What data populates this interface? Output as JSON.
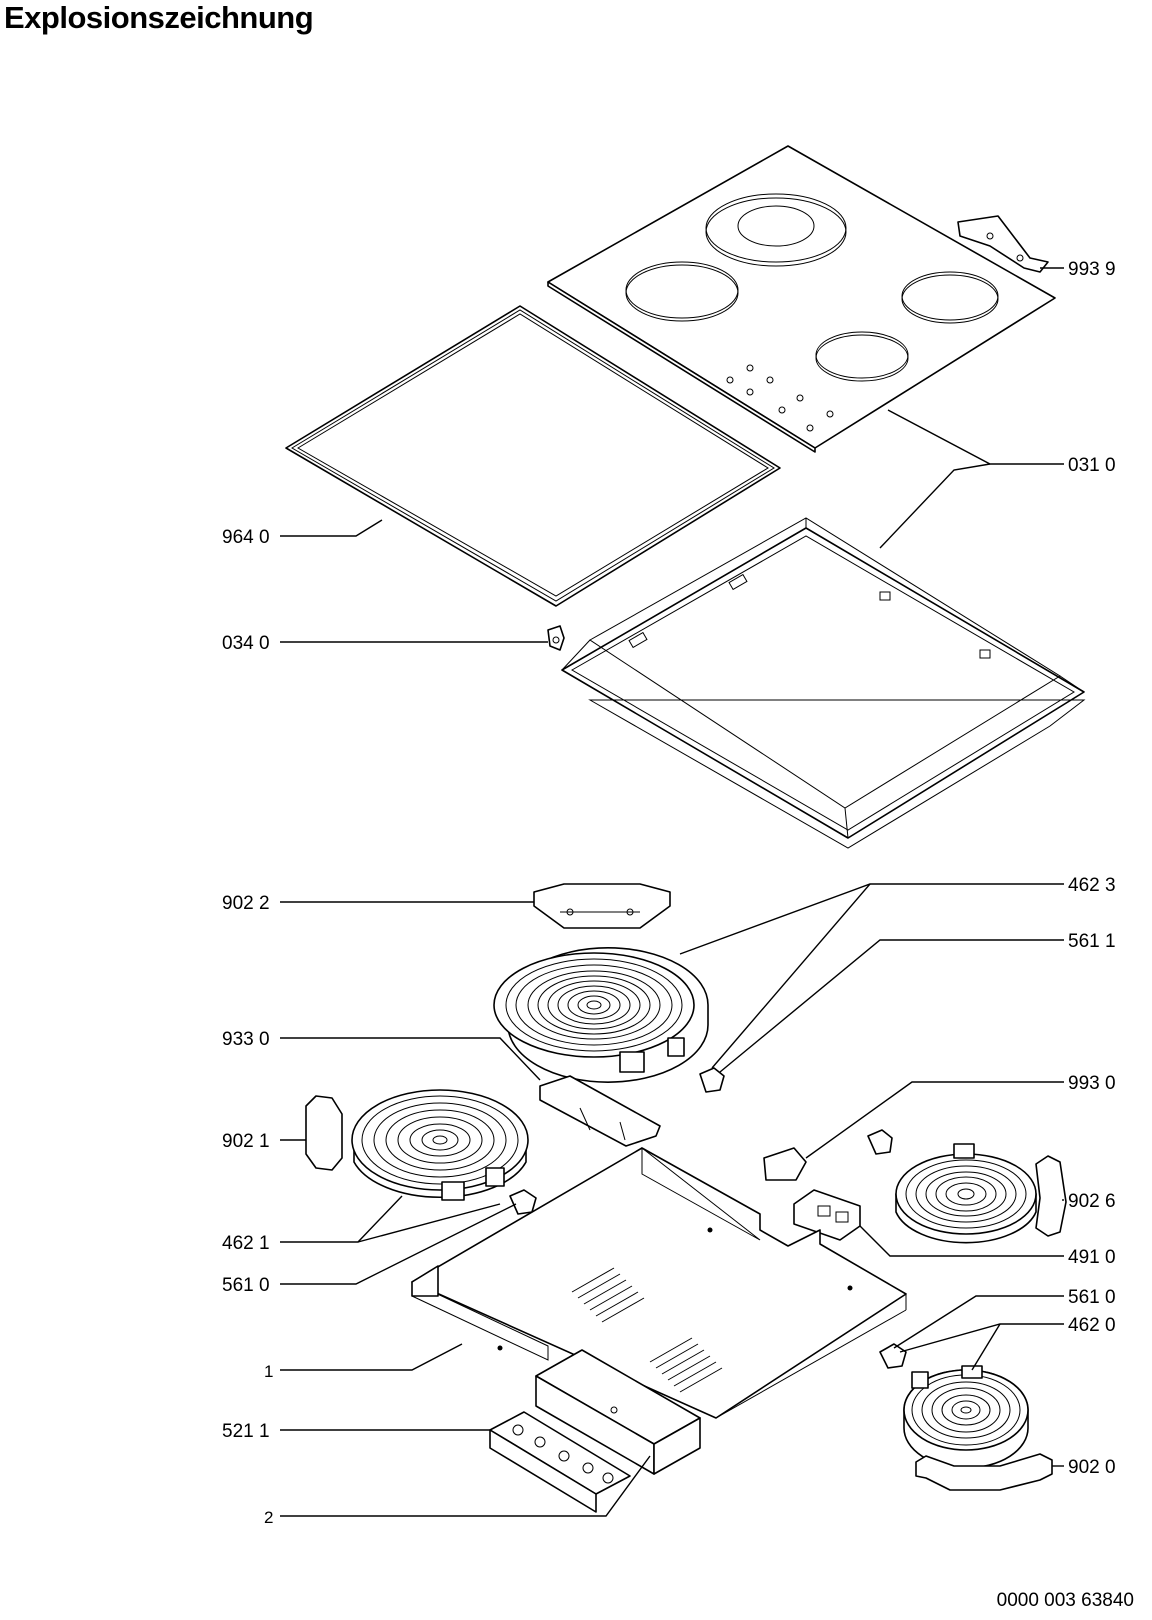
{
  "title": "Explosionszeichnung",
  "document_number": "0000 003 63840",
  "labels": [
    {
      "id": "9939",
      "text": "993 9"
    },
    {
      "id": "0310",
      "text": "031 0"
    },
    {
      "id": "9640",
      "text": "964 0"
    },
    {
      "id": "0340",
      "text": "034 0"
    },
    {
      "id": "9022",
      "text": "902 2"
    },
    {
      "id": "4623",
      "text": "462 3"
    },
    {
      "id": "5611",
      "text": "561 1"
    },
    {
      "id": "9330",
      "text": "933 0"
    },
    {
      "id": "9930",
      "text": "993 0"
    },
    {
      "id": "9021",
      "text": "902 1"
    },
    {
      "id": "9026",
      "text": "902 6"
    },
    {
      "id": "4621",
      "text": "462 1"
    },
    {
      "id": "4910",
      "text": "491 0"
    },
    {
      "id": "5610a",
      "text": "561 0"
    },
    {
      "id": "5610b",
      "text": "561 0"
    },
    {
      "id": "4620",
      "text": "462 0"
    },
    {
      "id": "1",
      "text": "1"
    },
    {
      "id": "5211",
      "text": "521 1"
    },
    {
      "id": "9020",
      "text": "902 0"
    },
    {
      "id": "2",
      "text": "2"
    }
  ]
}
